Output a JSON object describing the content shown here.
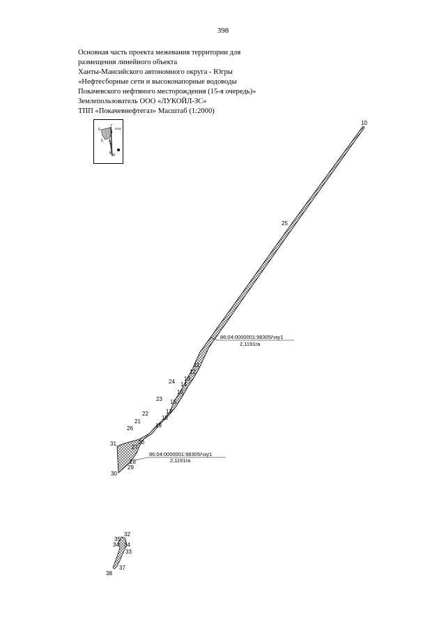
{
  "page": {
    "number": "398"
  },
  "header": {
    "lines": [
      "Основная часть проекта межевания территории для",
      "размещения линейного объекта",
      "Ханты-Мансийского автономного округа - Югры",
      "«Нефтесборные сети и высоконапорные водоводы",
      "Покачевского нефтяного месторождения (15-я очередь)»",
      "Землепользователь ООО «ЛУКОЙЛ-ЗС»",
      "ТПП «Покачевнефтегаз» Масштаб (1:2000)"
    ]
  },
  "map": {
    "parcel_callout_1": {
      "cadastral": "86:04:0000001:98305/чзу1",
      "area": "2,1191га"
    },
    "parcel_callout_2": {
      "cadastral": "86:04:0000001:98305/чзу1",
      "area": "2,1191га"
    },
    "point_labels": {
      "p10": "10",
      "p25a": "25",
      "p11": "11",
      "p12": "12",
      "p13": "13",
      "p14": "14",
      "p24": "24",
      "p15": "15",
      "p23": "23",
      "p16": "16",
      "p17": "17",
      "p18": "18",
      "p22": "22",
      "p21": "21",
      "p19": "19",
      "p26": "26",
      "p20": "20",
      "p27": "27",
      "p31": "31",
      "p28": "28",
      "p29": "29",
      "p30": "30",
      "p32": "32",
      "p35": "35",
      "p34": "34",
      "p33": "33",
      "p37": "37",
      "p38": "38"
    },
    "inset_labels": {
      "l1": "7",
      "l2": "6",
      "l3": "5",
      "l4": "8",
      "l5": "9",
      "l6": "0000"
    }
  }
}
